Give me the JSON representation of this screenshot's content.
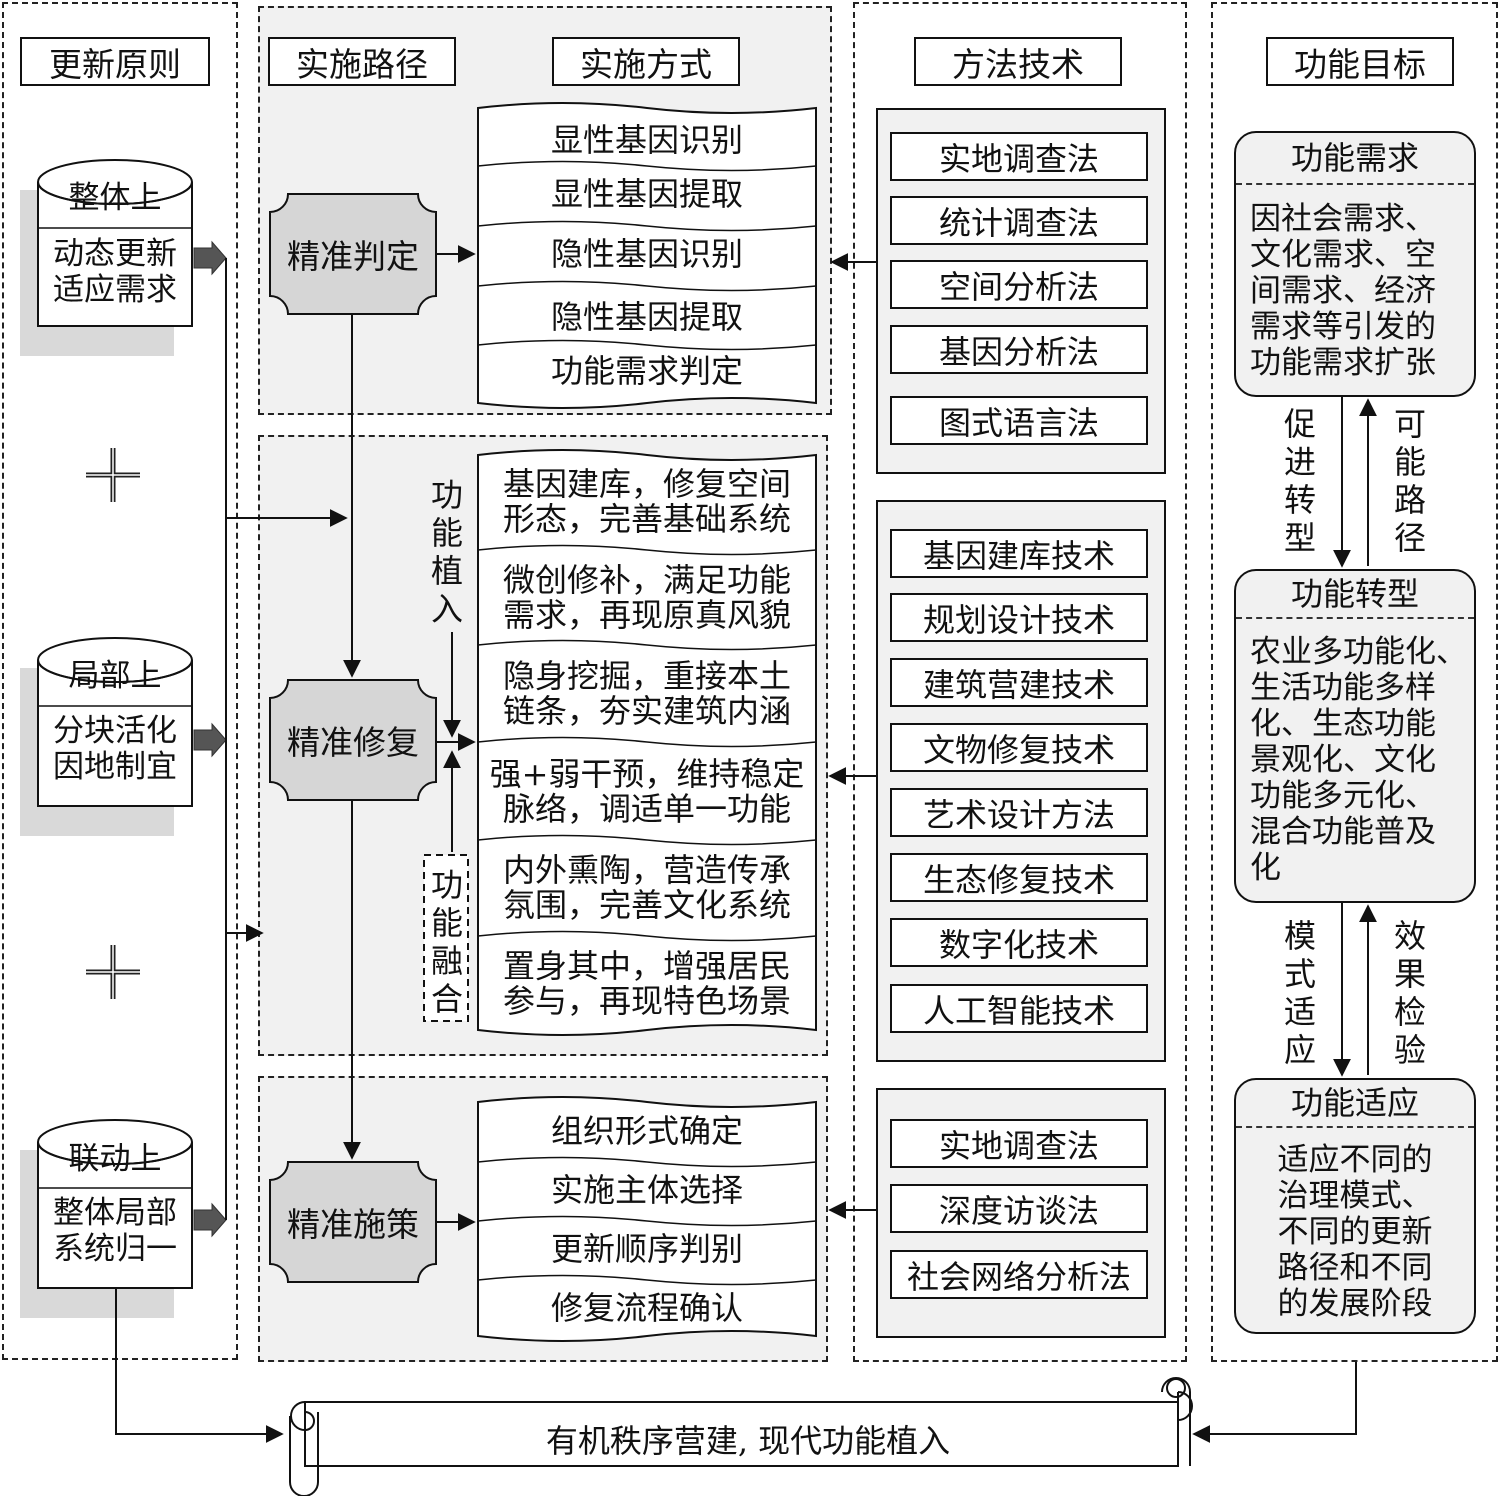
{
  "headers": {
    "principles": "更新原则",
    "path": "实施路径",
    "method": "实施方式",
    "techniques": "方法技术",
    "goals": "功能目标"
  },
  "principles": [
    {
      "title": "整体上",
      "lines": [
        "动态更新",
        "适应需求"
      ]
    },
    {
      "title": "局部上",
      "lines": [
        "分块活化",
        "因地制宜"
      ]
    },
    {
      "title": "联动上",
      "lines": [
        "整体局部",
        "系统归一"
      ]
    }
  ],
  "path_nodes": [
    "精准判定",
    "精准修复",
    "精准施策"
  ],
  "methods_judge": [
    "显性基因识别",
    "显性基因提取",
    "隐性基因识别",
    "隐性基因提取",
    "功能需求判定"
  ],
  "methods_repair": [
    [
      "基因建库，修复空间",
      "形态，完善基础系统"
    ],
    [
      "微创修补，满足功能",
      "需求，再现原真风貌"
    ],
    [
      "隐身挖掘，重接本土",
      "链条，夯实建筑内涵"
    ],
    [
      "强+弱干预，维持稳定",
      "脉络，调适单一功能"
    ],
    [
      "内外熏陶，营造传承",
      "氛围，完善文化系统"
    ],
    [
      "置身其中，增强居民",
      "参与，再现特色场景"
    ]
  ],
  "methods_policy": [
    "组织形式确定",
    "实施主体选择",
    "更新顺序判别",
    "修复流程确认"
  ],
  "side_labels": {
    "implant": "功能植入",
    "fusion": "功能融合"
  },
  "techniques": {
    "group1": [
      "实地调查法",
      "统计调查法",
      "空间分析法",
      "基因分析法",
      "图式语言法"
    ],
    "group2": [
      "基因建库技术",
      "规划设计技术",
      "建筑营建技术",
      "文物修复技术",
      "艺术设计方法",
      "生态修复技术",
      "数字化技术",
      "人工智能技术"
    ],
    "group3": [
      "实地调查法",
      "深度访谈法",
      "社会网络分析法"
    ]
  },
  "goals": [
    {
      "title": "功能需求",
      "lines": [
        "因社会需求、",
        "文化需求、空",
        "间需求、经济",
        "需求等引发的",
        "功能需求扩张"
      ]
    },
    {
      "title": "功能转型",
      "lines": [
        "农业多功能化、",
        "生活功能多样",
        "化、生态功能",
        "景观化、文化",
        "功能多元化、",
        "混合功能普及",
        "化"
      ]
    },
    {
      "title": "功能适应",
      "lines": [
        "适应不同的",
        "治理模式、",
        "不同的更新",
        "路径和不同",
        "的发展阶段"
      ]
    }
  ],
  "goal_links": [
    {
      "down": "促进转型",
      "up": "可能路径"
    },
    {
      "down": "模式适应",
      "up": "效果检验"
    }
  ],
  "scroll_text": "有机秩序营建, 现代功能植入"
}
